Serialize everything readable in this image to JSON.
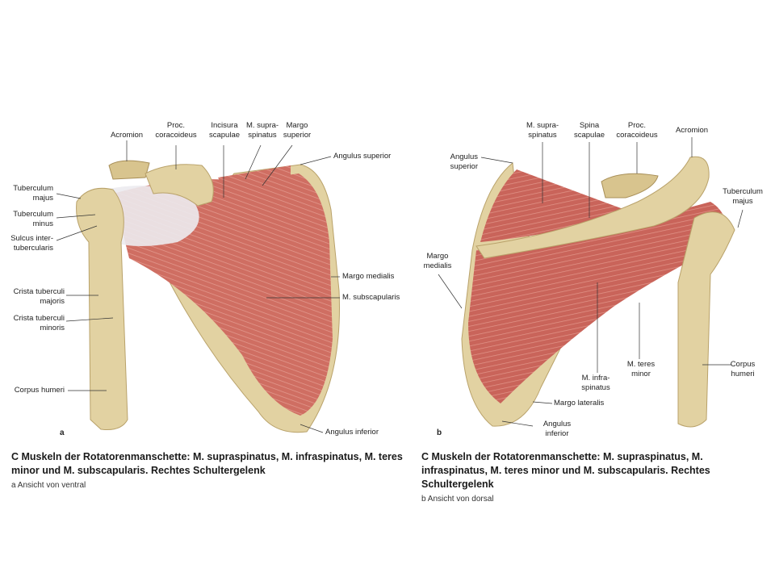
{
  "figure_a": {
    "letter": "a",
    "labels": {
      "acromion": "Acromion",
      "proc_coracoideus": "Proc.\ncoracoideus",
      "incisura_scapulae": "Incisura\nscapulae",
      "m_supraspinatus": "M. supra-\nspinatus",
      "margo_superior": "Margo\nsuperior",
      "angulus_superior": "Angulus superior",
      "tuberculum_majus": "Tuberculum\nmajus",
      "tuberculum_minus": "Tuberculum\nminus",
      "sulcus_intertubercularis": "Sulcus inter-\ntubercularis",
      "crista_tuberculi_majoris": "Crista tuberculi\nmajoris",
      "crista_tuberculi_minoris": "Crista tuberculi\nminoris",
      "corpus_humeri": "Corpus humeri",
      "margo_medialis": "Margo medialis",
      "m_subscapularis": "M. subscapularis",
      "angulus_inferior": "Angulus inferior"
    },
    "caption": "C Muskeln der Rotatorenmanschette: M. supraspinatus, M. infraspinatus, M. teres minor und M. subscapularis. Rechtes Schultergelenk",
    "subcaption": "a Ansicht von ventral"
  },
  "figure_b": {
    "letter": "b",
    "labels": {
      "m_supraspinatus": "M. supra-\nspinatus",
      "spina_scapulae": "Spina\nscapulae",
      "proc_coracoideus": "Proc.\ncoracoideus",
      "acromion": "Acromion",
      "angulus_superior": "Angulus\nsuperior",
      "tuberculum_majus": "Tuberculum\nmajus",
      "margo_medialis": "Margo\nmedialis",
      "m_teres_minor": "M. teres\nminor",
      "m_infraspinatus": "M. infra-\nspinatus",
      "corpus_humeri": "Corpus\nhumeri",
      "margo_lateralis": "Margo lateralis",
      "angulus_inferior": "Angulus\ninferior"
    },
    "caption": "C Muskeln der Rotatorenmanschette: M. supraspinatus, M. infraspinatus, M. teres minor und M. subscapularis. Rechtes Schultergelenk",
    "subcaption": "b Ansicht von dorsal"
  },
  "colors": {
    "bone": "#e2d2a2",
    "bone_dark": "#b9a26a",
    "muscle": "#c9675d",
    "muscle_light": "#dc9186",
    "tendon": "#ecebef"
  }
}
